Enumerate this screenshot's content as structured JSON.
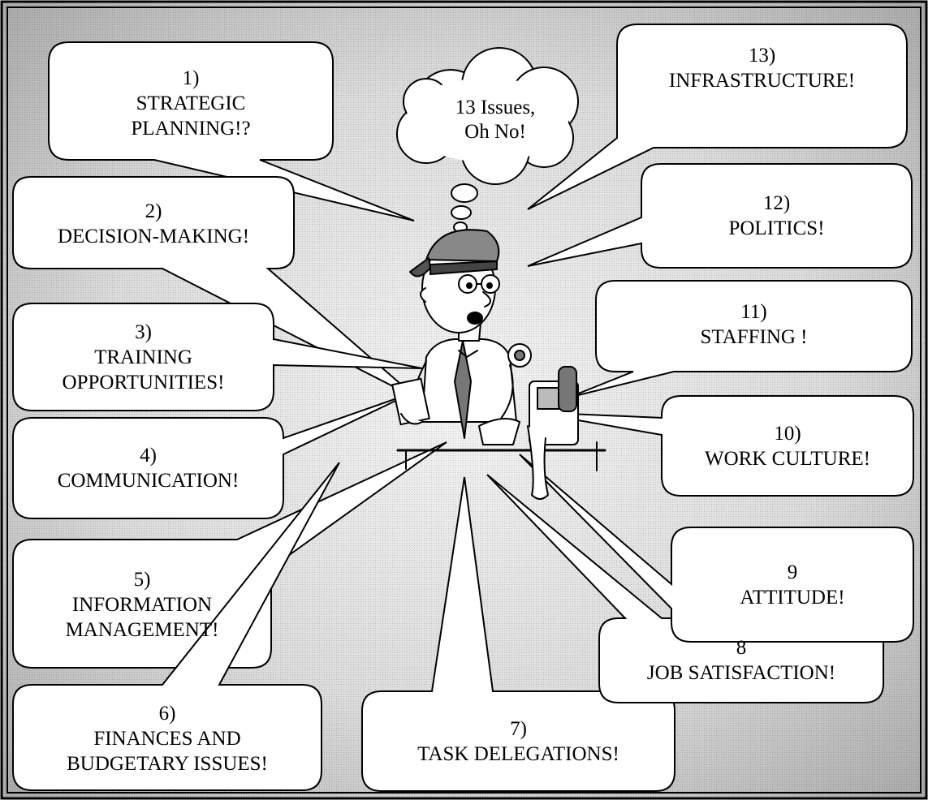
{
  "thought": "13 Issues,\nOh No!",
  "issues": [
    {
      "number": "1)",
      "label": "STRATEGIC\nPLANNING!?"
    },
    {
      "number": "2)",
      "label": "DECISION-MAKING!"
    },
    {
      "number": "3)",
      "label": "TRAINING\nOPPORTUNITIES!"
    },
    {
      "number": "4)",
      "label": "COMMUNICATION!"
    },
    {
      "number": "5)",
      "label": "INFORMATION\nMANAGEMENT!"
    },
    {
      "number": "6)",
      "label": "FINANCES AND\nBUDGETARY  ISSUES!"
    },
    {
      "number": "7)",
      "label": "TASK DELEGATIONS!"
    },
    {
      "number": "8",
      "label": "JOB SATISFACTION!"
    },
    {
      "number": "9",
      "label": "ATTITUDE!"
    },
    {
      "number": "10)",
      "label": "WORK CULTURE!"
    },
    {
      "number": "11)",
      "label": "STAFFING !"
    },
    {
      "number": "12)",
      "label": "POLITICS!"
    },
    {
      "number": "13)",
      "label": "INFRASTRUCTURE!"
    }
  ],
  "colors": {
    "background_light": "#e6e6e6",
    "background_dark": "#9a9a9a",
    "bubble_fill": "#ffffff",
    "stroke": "#000000"
  },
  "illustration": "office-worker-cartoon"
}
